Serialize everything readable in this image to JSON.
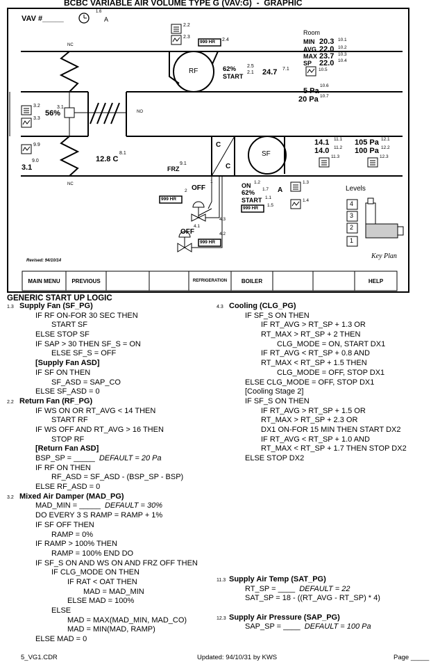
{
  "header": {
    "title": "BCBC VARIABLE AIR VOLUME TYPE G (VAV:G)  -  GRAPHIC"
  },
  "graphic": {
    "vav_label": "VAV #_____",
    "ref_1_6": "1.6",
    "ref_a_top": "A",
    "nc_top": "NC",
    "nc_bottom": "NC",
    "no_label": "NO",
    "ref_2_2": "2.2",
    "ref_2_3": "2.3",
    "ref_2_4": "2.4",
    "rf_hours": "999 HR",
    "rf_label": "RF",
    "rf_pct": "62%",
    "rf_start": "START",
    "ref_2_5": "2.5",
    "ref_2_1": "2.1",
    "rf_temp": "24.7",
    "ref_7_1": "7.1",
    "room_label": "Room",
    "room_min_label": "MIN",
    "room_min_val": "20.3",
    "room_avg_label": "AVG",
    "room_avg_val": "22.0",
    "room_max_label": "MAX",
    "room_max_val": "23.7",
    "room_sp_label": "SP",
    "room_sp_val": "22.0",
    "ref_10_1": "10.1",
    "ref_10_2": "10.2",
    "ref_10_3": "10.3",
    "ref_10_4": "10.4",
    "ref_10_5": "10.5",
    "ref_10_6": "10.6",
    "ref_10_7": "10.7",
    "pa_5": "5 Pa",
    "pa_20": "20 Pa",
    "ref_3_2": "3.2",
    "ref_3_3": "3.3",
    "ref_3_1": "3.1",
    "damper_pct": "56%",
    "ref_9_9": "9.9",
    "ref_9_0": "9.0",
    "oat_val": "3.1",
    "mat_val": "12.8 C",
    "ref_8_1": "8.1",
    "frz_label": "FRZ",
    "ref_9_1": "9.1",
    "c_top": "C",
    "c_bottom": "C",
    "sf_label": "SF",
    "sat_1": "14.1",
    "sat_2": "14.0",
    "ref_11_1": "11.1",
    "ref_11_2": "11.2",
    "ref_11_3": "11.3",
    "sap_1": "105 Pa",
    "sap_2": "100 Pa",
    "ref_12_1": "12.1",
    "ref_12_2": "12.2",
    "ref_12_3": "12.3",
    "sf_on": "ON",
    "ref_1_2": "1.2",
    "sf_pct": "62%",
    "ref_1_7": "1.7",
    "sf_start": "START",
    "ref_1_1": "1.1",
    "sf_hours": "999 HR",
    "ref_1_5": "1.5",
    "ref_a_sf": "A",
    "ref_1_3": "1.3",
    "ref_1_4": "1.4",
    "v1_off": "OFF",
    "ref_2": "2",
    "ref_1": "1",
    "v1_hours": "999 HR",
    "v2_off": "OFF",
    "ref_4_1": "4.1",
    "ref_4_3": "4.3",
    "ref_4_2": "4.2",
    "v2_hours": "999 HR",
    "levels_label": "Levels",
    "level_4": "4",
    "level_3": "3",
    "level_2": "2",
    "level_1": "1",
    "key_plan": "Key Plan",
    "revised": "Revised: 94/10/14"
  },
  "nav": {
    "main_menu": "MAIN MENU",
    "previous": "PREVIOUS",
    "refrigeration": "REFRIGERATION",
    "boiler": "BOILER",
    "help": "HELP"
  },
  "logic_title": "GENERIC START UP LOGIC",
  "logic_left": [
    {
      "num": "1.3",
      "text": "Supply Fan (SF_PG)",
      "indent": 0,
      "bold": true
    },
    {
      "text": "IF RF ON-FOR 30 SEC THEN",
      "indent": 1
    },
    {
      "text": "START SF",
      "indent": 2
    },
    {
      "text": "ELSE STOP SF",
      "indent": 1
    },
    {
      "text": "IF SAP > 30 THEN SF_S = ON",
      "indent": 1
    },
    {
      "text": "ELSE SF_S = OFF",
      "indent": 2
    },
    {
      "text": "[Supply Fan ASD]",
      "indent": 1,
      "bold": true
    },
    {
      "text": "IF SF ON THEN",
      "indent": 1
    },
    {
      "text": "SF_ASD = SAP_CO",
      "indent": 2
    },
    {
      "text": "ELSE SF_ASD = 0",
      "indent": 1
    },
    {
      "num": "2.2",
      "text": "Return Fan (RF_PG)",
      "indent": 0,
      "bold": true
    },
    {
      "text": "IF WS ON OR RT_AVG < 14 THEN",
      "indent": 1
    },
    {
      "text": "START RF",
      "indent": 2
    },
    {
      "text": "IF WS OFF AND RT_AVG > 16 THEN",
      "indent": 1
    },
    {
      "text": "STOP RF",
      "indent": 2
    },
    {
      "text": "[Return Fan ASD]",
      "indent": 1,
      "bold": true
    },
    {
      "text": "BSP_SP = _____",
      "italic_tail": "  DEFAULT = 20 Pa",
      "indent": 1
    },
    {
      "text": "IF RF ON THEN",
      "indent": 1
    },
    {
      "text": "RF_ASD = SF_ASD - (BSP_SP - BSP)",
      "indent": 2
    },
    {
      "text": "ELSE RF_ASD = 0",
      "indent": 1
    },
    {
      "num": "3.2",
      "text": "Mixed Air Damper (MAD_PG)",
      "indent": 0,
      "bold": true
    },
    {
      "text": "MAD_MIN = _____",
      "italic_tail": "  DEFAULT = 30%",
      "indent": 1
    },
    {
      "text": "DO EVERY 3 S RAMP = RAMP + 1%",
      "indent": 1
    },
    {
      "text": "IF SF OFF THEN",
      "indent": 1
    },
    {
      "text": "RAMP = 0%",
      "indent": 2
    },
    {
      "text": "IF RAMP > 100% THEN",
      "indent": 1
    },
    {
      "text": "RAMP = 100% END DO",
      "indent": 2
    },
    {
      "text": "IF SF_S ON AND WS ON AND FRZ OFF THEN",
      "indent": 1
    },
    {
      "text": "IF CLG_MODE ON THEN",
      "indent": 2
    },
    {
      "text": "IF RAT < OAT THEN",
      "indent": 3
    },
    {
      "text": "MAD = MAD_MIN",
      "indent": 4
    },
    {
      "text": "ELSE MAD = 100%",
      "indent": 3
    },
    {
      "text": "ELSE",
      "indent": 2
    },
    {
      "text": "MAD = MAX(MAD_MIN, MAD_CO)",
      "indent": 3
    },
    {
      "text": "MAD = MIN(MAD, RAMP)",
      "indent": 3
    },
    {
      "text": "ELSE MAD = 0",
      "indent": 1
    }
  ],
  "logic_right": [
    {
      "num": "4.3",
      "text": "Cooling (CLG_PG)",
      "indent": 0,
      "bold": true
    },
    {
      "text": "IF SF_S ON THEN",
      "indent": 1
    },
    {
      "text": "IF RT_AVG > RT_SP + 1.3 OR",
      "indent": 2
    },
    {
      "text": "RT_MAX > RT_SP + 2 THEN",
      "indent": 2
    },
    {
      "text": "CLG_MODE = ON, START DX1",
      "indent": 3
    },
    {
      "text": "IF RT_AVG < RT_SP + 0.8 AND",
      "indent": 2
    },
    {
      "text": "RT_MAX < RT_SP + 1.5 THEN",
      "indent": 2
    },
    {
      "text": "CLG_MODE = OFF, STOP DX1",
      "indent": 3
    },
    {
      "text": "ELSE CLG_MODE = OFF, STOP DX1",
      "indent": 1
    },
    {
      "text": "[Cooling Stage 2]",
      "indent": 1
    },
    {
      "text": "IF SF_S ON THEN",
      "indent": 1
    },
    {
      "text": "IF RT_AVG > RT_SP + 1.5 OR",
      "indent": 2
    },
    {
      "text": "RT_MAX > RT_SP + 2.3 OR",
      "indent": 2
    },
    {
      "text": "DX1 ON-FOR 15 MIN THEN START DX2",
      "indent": 2
    },
    {
      "text": "IF RT_AVG < RT_SP + 1.0 AND",
      "indent": 2
    },
    {
      "text": "RT_MAX < RT_SP + 1.7 THEN STOP DX2",
      "indent": 2
    },
    {
      "text": "ELSE STOP DX2",
      "indent": 1
    }
  ],
  "logic_right2": [
    {
      "num": "11.3",
      "text": "Supply Air Temp (SAT_PG)",
      "indent": 0,
      "bold": true
    },
    {
      "text": "RT_SP = ____",
      "italic_tail": "  DEFAULT = 22",
      "indent": 1
    },
    {
      "text": "SAT_SP = 18 - ((RT_AVG - RT_SP) * 4)",
      "indent": 1
    },
    {
      "text": "",
      "indent": 0,
      "gap": true
    },
    {
      "num": "12.3",
      "text": "Supply Air Pressure (SAP_PG)",
      "indent": 0,
      "bold": true
    },
    {
      "text": "SAP_SP = ____",
      "italic_tail": "  DEFAULT = 100 Pa",
      "indent": 1
    }
  ],
  "footer": {
    "file": "5_VG1.CDR",
    "updated": "Updated: 94/10/31 by KWS",
    "page": "Page _____"
  }
}
